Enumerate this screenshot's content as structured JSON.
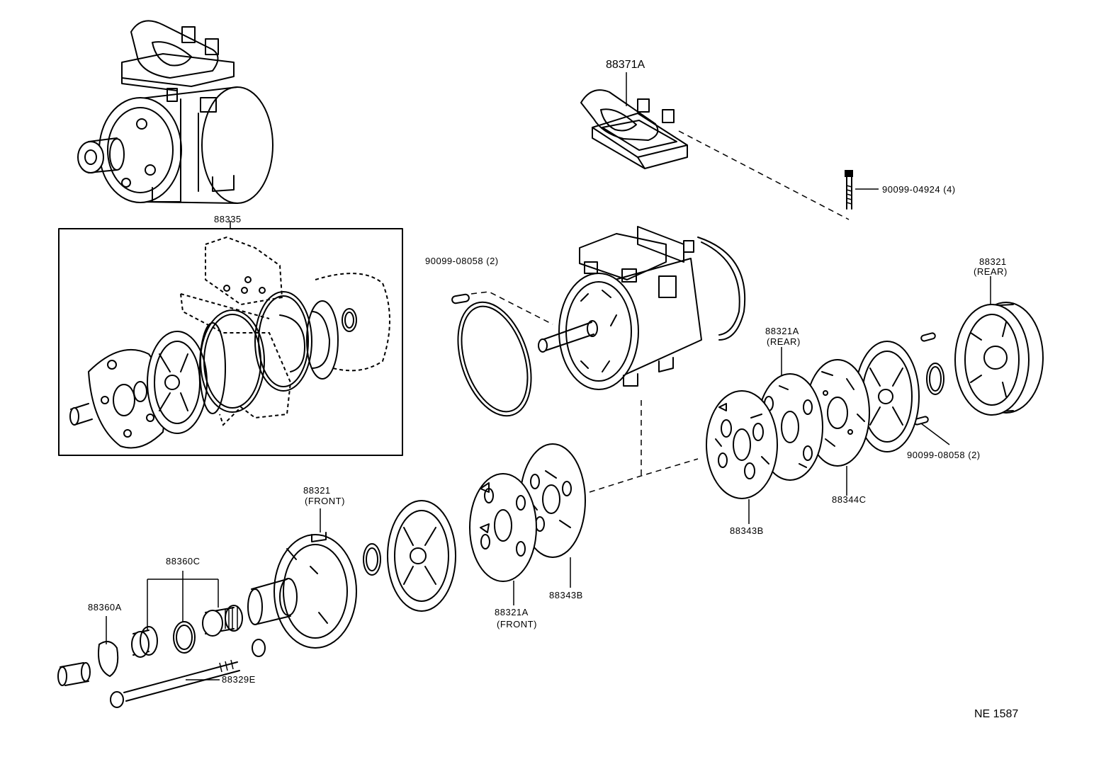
{
  "labels": {
    "bracket_assy": "88371A",
    "bolt": "90099-04924 (4)",
    "kit": "88335",
    "pin_top": "90099-08058 (2)",
    "rear_housing": "88321",
    "rear_housing_sub": "(REAR)",
    "valve_rear": "88321A",
    "valve_rear_sub": "(REAR)",
    "pin_right": "90099-08058 (2)",
    "gasket_c": "88344C",
    "gasket_b_right": "88343B",
    "front_housing": "88321",
    "front_housing_sub": "(FRONT)",
    "seal_c": "88360C",
    "seal_a": "88360A",
    "valve_front": "88321A",
    "valve_front_sub": "(FRONT)",
    "gasket_b_mid": "88343B",
    "through_bolt": "88329E",
    "ref_code": "NE 1587"
  },
  "icons": [
    "compressor-assembly-icon",
    "bracket-icon",
    "bolt-icon",
    "gasket-kit-icon",
    "o-ring-icon",
    "shaft-cylinder-icon",
    "rear-housing-icon",
    "valve-plate-icon",
    "gasket-plate-icon",
    "suction-plate-icon",
    "front-housing-icon",
    "seal-icon",
    "snap-ring-icon",
    "through-bolt-icon"
  ]
}
